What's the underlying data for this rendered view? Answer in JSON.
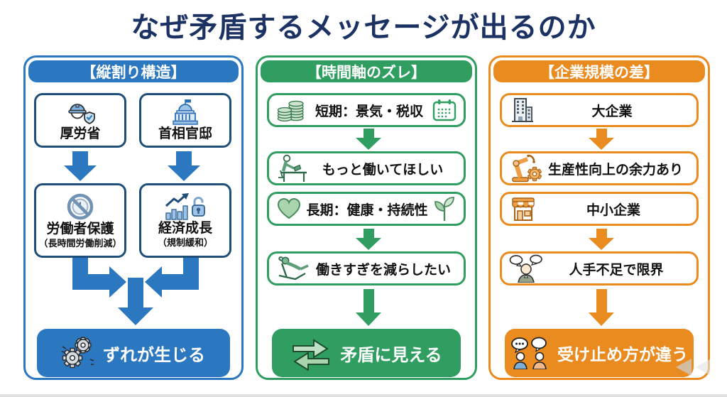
{
  "title": "なぜ矛盾するメッセージが出るのか",
  "colors": {
    "blue": "#2b77c0",
    "green": "#2f9e60",
    "orange": "#ea8b20",
    "title_navy": "#1b3263",
    "navy_border": "#1f4e79"
  },
  "columns": [
    {
      "header": "【縦割り構造】",
      "top_boxes": [
        {
          "label": "厚労省",
          "icon": "worker-shield-icon"
        },
        {
          "label": "首相官邸",
          "icon": "government-building-icon"
        }
      ],
      "mid_boxes": [
        {
          "label": "労働者保護",
          "sublabel": "（長時間労働削減）",
          "icon": "no-overtime-icon"
        },
        {
          "label": "経済成長",
          "sublabel": "（規制緩和）",
          "icon": "growth-unlock-icon"
        }
      ],
      "result": {
        "label": "ずれが生じる",
        "icon": "gears-icon"
      }
    },
    {
      "header": "【時間軸のズレ】",
      "steps": [
        {
          "label": "短期：景気・税収",
          "icon_left": "coins-icon",
          "icon_right": "calendar-icon"
        },
        {
          "label": "もっと働いてほしい",
          "icon_left": "working-at-desk-icon"
        },
        {
          "label": "長期：健康・持続性",
          "icon_left": "heart-icon",
          "icon_right": "sprout-icon"
        },
        {
          "label": "働きすぎを減らしたい",
          "icon_left": "relaxing-person-icon"
        }
      ],
      "result": {
        "label": "矛盾に見える",
        "icon": "opposing-arrows-icon"
      }
    },
    {
      "header": "【企業規模の差】",
      "steps": [
        {
          "label": "大企業",
          "icon_left": "office-building-icon"
        },
        {
          "label": "生産性向上の余力あり",
          "icon_left": "robot-arm-icon"
        },
        {
          "label": "中小企業",
          "icon_left": "storefront-icon"
        },
        {
          "label": "人手不足で限界",
          "icon_left": "person-speech-bubbles-icon"
        }
      ],
      "result": {
        "label": "受け止め方が違う",
        "icon": "two-people-dialog-icon"
      }
    }
  ]
}
